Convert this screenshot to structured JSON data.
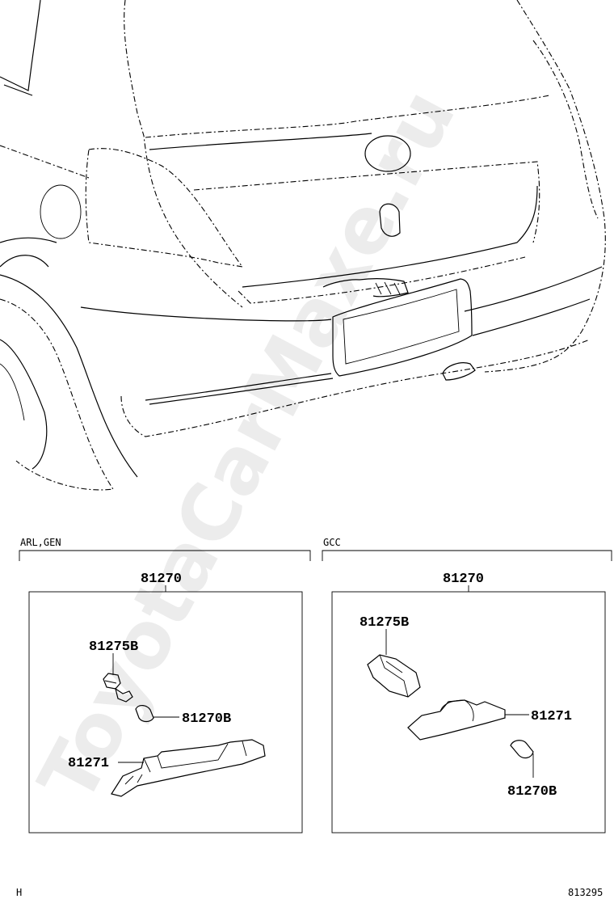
{
  "watermark": "ToyotaCarMaxe.ru",
  "sections": [
    {
      "id": "left",
      "header": "ARL,GEN",
      "assembly": "81270",
      "parts": {
        "socket": "81275B",
        "bulb": "81270B",
        "lens": "81271"
      }
    },
    {
      "id": "right",
      "header": "GCC",
      "assembly": "81270",
      "parts": {
        "socket": "81275B",
        "lens": "81271",
        "bulb": "81270B"
      }
    }
  ],
  "footer": {
    "left": "H",
    "right": "813295"
  }
}
